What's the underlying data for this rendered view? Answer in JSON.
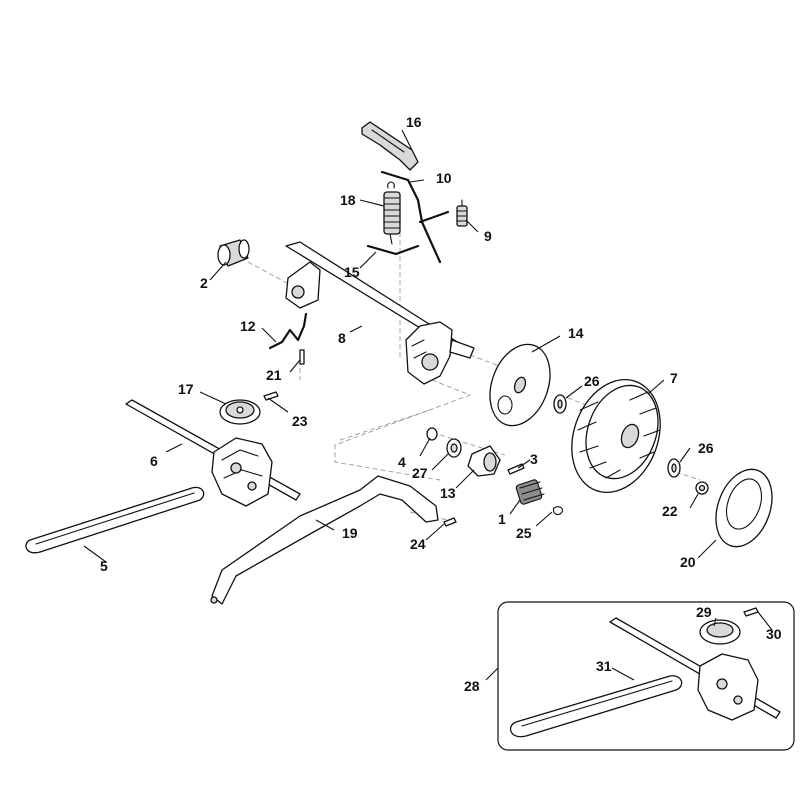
{
  "diagram": {
    "callouts": {
      "c1": "1",
      "c2": "2",
      "c3": "3",
      "c4": "4",
      "c5": "5",
      "c6": "6",
      "c7": "7",
      "c8": "8",
      "c9": "9",
      "c10": "10",
      "c12": "12",
      "c13": "13",
      "c14": "14",
      "c15": "15",
      "c16": "16",
      "c17": "17",
      "c18": "18",
      "c19": "19",
      "c20": "20",
      "c21": "21",
      "c22": "22",
      "c23": "23",
      "c24": "24",
      "c25": "25",
      "c26a": "26",
      "c26b": "26",
      "c27": "27",
      "c28": "28",
      "c29": "29",
      "c30": "30",
      "c31": "31"
    }
  }
}
